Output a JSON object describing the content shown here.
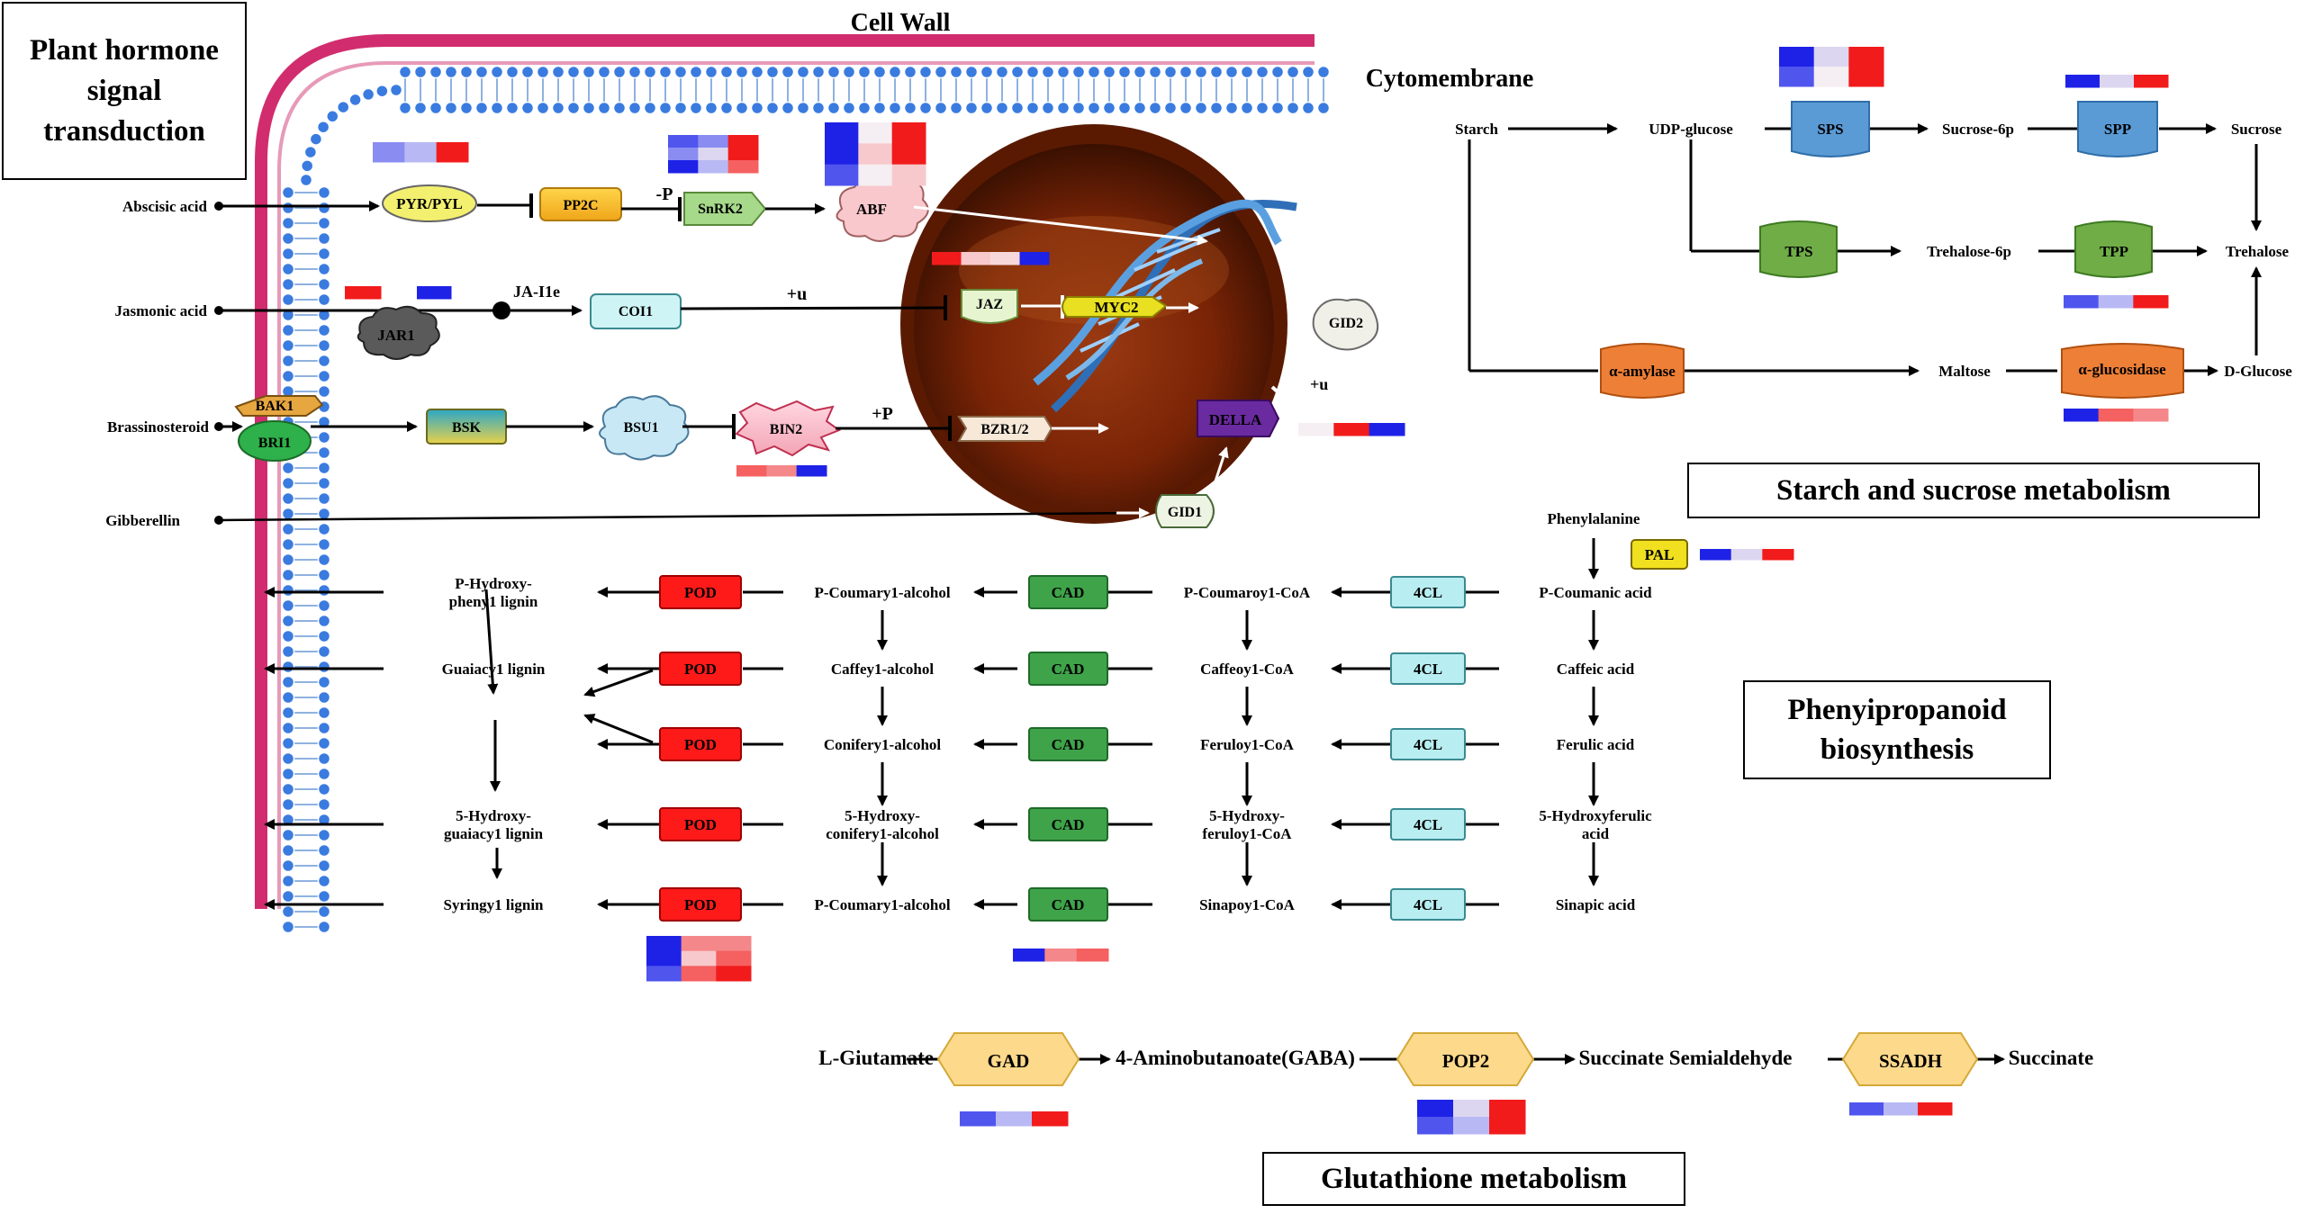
{
  "titles": {
    "plant_hormone": "Plant hormone signal transduction",
    "cell_wall": "Cell Wall",
    "cytomembrane": "Cytomembrane",
    "starch_sucrose": "Starch and sucrose metabolism",
    "phenylpropanoid": "Phenyipropanoid biosynthesis",
    "glutathione": "Glutathione metabolism"
  },
  "hormones": {
    "abscisic": "Abscisic acid",
    "jasmonic": "Jasmonic acid",
    "brassinosteroid": "Brassinosteroid",
    "gibberellin": "Gibberellin"
  },
  "signal_nodes": {
    "pyr": "PYR/PYL",
    "pp2c": "PP2C",
    "minus_p": "-P",
    "snrk2": "SnRK2",
    "abf": "ABF",
    "ja_ile": "JA-I1e",
    "jar1": "JAR1",
    "coi1": "COI1",
    "plus_u1": "+u",
    "jaz": "JAZ",
    "myc2": "MYC2",
    "bak1": "BAK1",
    "bri1": "BRI1",
    "bsk": "BSK",
    "bsu1": "BSU1",
    "bin2": "BIN2",
    "plus_p": "+P",
    "bzr": "BZR1/2",
    "della": "DELLA",
    "gid2": "GID2",
    "plus_u2": "+u",
    "gid1": "GID1"
  },
  "starch": {
    "starch": "Starch",
    "udp_glucose": "UDP-glucose",
    "sps": "SPS",
    "sucrose_6p": "Sucrose-6p",
    "spp": "SPP",
    "sucrose": "Sucrose",
    "tps": "TPS",
    "trehalose_6p": "Trehalose-6p",
    "tpp": "TPP",
    "trehalose": "Trehalose",
    "amylase": "α-amylase",
    "maltose": "Maltose",
    "glucosidase": "α-glucosidase",
    "d_glucose": "D-Glucose"
  },
  "phenyl": {
    "phenylalanine": "Phenylalanine",
    "pal": "PAL",
    "rows": [
      {
        "lignin": "P-Hydroxy-pheny1 lignin",
        "pod": "POD",
        "alcohol": "P-Coumary1-alcohol",
        "cad": "CAD",
        "coa": "P-Coumaroy1-CoA",
        "cl": "4CL",
        "acid": "P-Coumanic acid"
      },
      {
        "lignin": "Guaiacy1 lignin",
        "pod": "POD",
        "alcohol": "Caffey1-alcohol",
        "cad": "CAD",
        "coa": "Caffeoy1-CoA",
        "cl": "4CL",
        "acid": "Caffeic acid"
      },
      {
        "lignin": "",
        "pod": "POD",
        "alcohol": "Conifery1-alcohol",
        "cad": "CAD",
        "coa": "Feruloy1-CoA",
        "cl": "4CL",
        "acid": "Ferulic acid"
      },
      {
        "lignin": "5-Hydroxy-guaiacy1 lignin",
        "pod": "POD",
        "alcohol": "5-Hydroxy-conifery1-alcohol",
        "cad": "CAD",
        "coa": "5-Hydroxy-feruloy1-CoA",
        "cl": "4CL",
        "acid": "5-Hydroxyferulic acid"
      },
      {
        "lignin": "Syringy1 lignin",
        "pod": "POD",
        "alcohol": "P-Coumary1-alcohol",
        "cad": "CAD",
        "coa": "Sinapoy1-CoA",
        "cl": "4CL",
        "acid": "Sinapic acid"
      }
    ]
  },
  "glutathione": {
    "l_glutamate": "L-Giutamate",
    "gad": "GAD",
    "gaba": "4-Aminobutanoate(GABA)",
    "pop2": "POP2",
    "semialdehyde": "Succinate Semialdehyde",
    "ssadh": "SSADH",
    "succinate": "Succinate"
  },
  "colors": {
    "membrane": "#d12d6e",
    "lipid_head": "#3a7be0",
    "pod": "#ff1a1a",
    "cad": "#3fa34a",
    "cl4": "#b8eef2",
    "amylase": "#ee7f36",
    "sps_blue": "#5b9bd5",
    "tps_green": "#70ad47",
    "gad_fill": "#fdd98b",
    "heat_red": "#f21b1b",
    "heat_blue": "#1e22e6"
  }
}
